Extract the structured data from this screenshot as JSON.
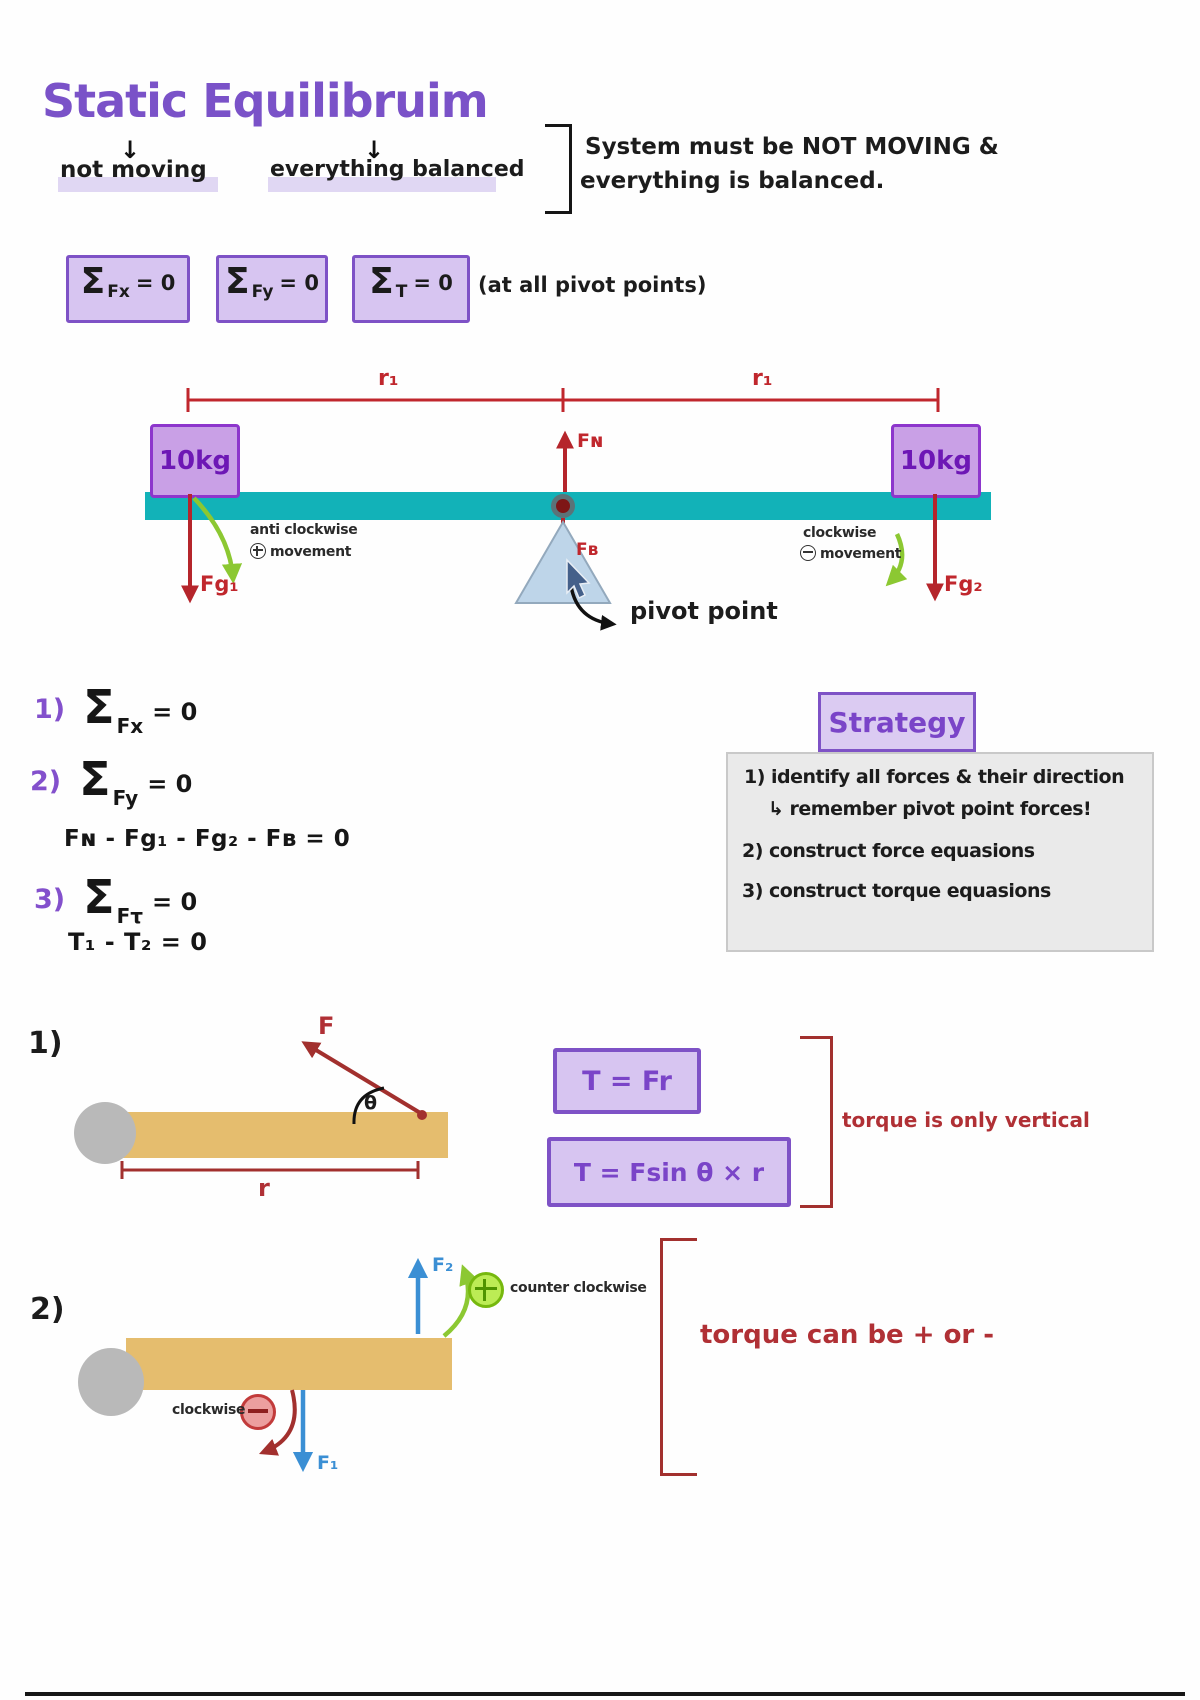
{
  "colors": {
    "accent_purple": "#7a52c8",
    "beam_teal": "#12b2b8",
    "force_red": "#c0272d",
    "annotation_dark_red": "#a2302e",
    "rotation_green": "#8cc832",
    "force_blue": "#3b8fd4",
    "lever_tan": "#e5bd6e"
  },
  "header": {
    "title": "Static Equilibruim",
    "arrow_down": "↓",
    "annotation_left": "not moving",
    "annotation_right": "everything balanced",
    "note_line1": "System must be NOT MOVING &",
    "note_line2": "everything is balanced."
  },
  "equation_boxes": {
    "box1": {
      "sigma": "Σ",
      "sub": "Fx",
      "rhs": "= 0"
    },
    "box2": {
      "sigma": "Σ",
      "sub": "Fy",
      "rhs": "= 0"
    },
    "box3": {
      "sigma": "Σ",
      "sub": "T",
      "rhs": "= 0"
    },
    "note": "(at all pivot points)"
  },
  "seesaw": {
    "r_left": "r₁",
    "r_right": "r₁",
    "left_mass": "10kg",
    "right_mass": "10kg",
    "fn": "Fɴ",
    "fb": "Fʙ",
    "fg1": "Fg₁",
    "fg2": "Fg₂",
    "anti_cw_line1": "anti clockwise",
    "anti_cw_line2": "movement",
    "cw_line1": "clockwise",
    "cw_line2": "movement",
    "pivot": "pivot point"
  },
  "force_equations": {
    "eq1": {
      "num": "1)",
      "sigma": "Σ",
      "sub": "Fx",
      "rhs": "= 0"
    },
    "eq2": {
      "num": "2)",
      "sigma": "Σ",
      "sub": "Fy",
      "rhs": "= 0",
      "line2": "Fɴ - Fg₁ - Fg₂ - Fʙ = 0"
    },
    "eq3": {
      "num": "3)",
      "sigma": "Σ",
      "sub": "Fτ",
      "rhs": "= 0",
      "line2": "T₁ - T₂ = 0"
    }
  },
  "strategy": {
    "title": "Strategy",
    "step1": "1) identify all forces & their direction",
    "step1b": "↳ remember pivot point forces!",
    "step2": "2) construct force equasions",
    "step3": "3) construct torque equasions"
  },
  "torque": {
    "item1": "1)",
    "item2": "2)",
    "f_label": "F",
    "theta_label": "θ",
    "r_label": "r",
    "formula1": "T = Fr",
    "formula2": "T = Fsin θ × r",
    "note_vertical": "torque is only vertical",
    "note_sign": "torque can be + or -",
    "f2_label": "F₂",
    "f1_label": "F₁",
    "counter_cw": "counter clockwise",
    "cw": "clockwise"
  }
}
